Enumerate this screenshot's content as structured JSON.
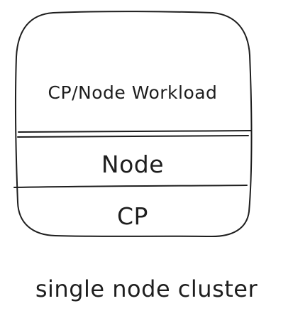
{
  "diagram": {
    "sections": [
      {
        "id": "cp-node-workload",
        "label": "CP/Node Workload"
      },
      {
        "id": "node",
        "label": "Node"
      },
      {
        "id": "cp",
        "label": "CP"
      }
    ],
    "caption": "single node cluster",
    "stroke_color": "#1e1e1e",
    "background_color": "#ffffff"
  }
}
